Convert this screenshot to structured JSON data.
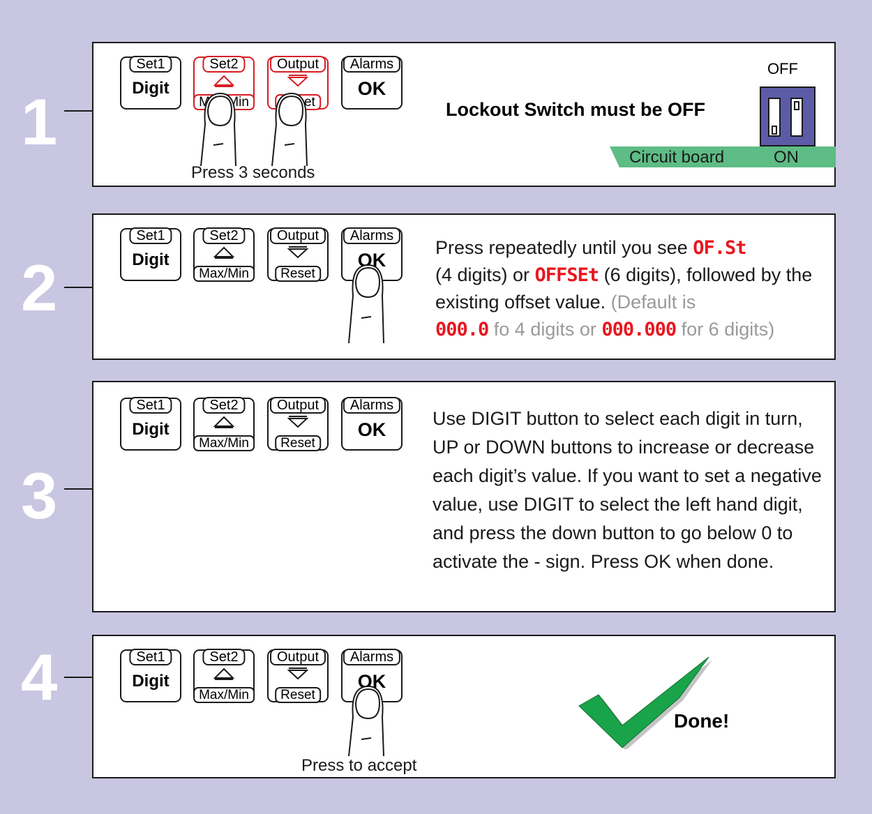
{
  "buttons": {
    "set1": {
      "tab": "Set1",
      "label": "Digit"
    },
    "set2": {
      "tab": "Set2",
      "sub": "Max/Min"
    },
    "output": {
      "tab": "Output",
      "sub": "Reset"
    },
    "alarms": {
      "tab": "Alarms",
      "label": "OK"
    }
  },
  "steps": [
    {
      "number": "1",
      "caption": "Press 3 seconds",
      "lockout_text": "Lockout Switch must be OFF",
      "switch_off_label": "OFF",
      "switch_on_label": "ON",
      "board_label": "Circuit board"
    },
    {
      "number": "2",
      "text_a": "Press repeatedly until you see ",
      "seg_a": "OF.St",
      "text_b": "(4 digits) or ",
      "seg_b": "OFFSEt",
      "text_c": " (6 digits), followed by the existing offset value. ",
      "default_a": "(Default is ",
      "seg_c": "000.0",
      "default_b": " fo 4 digits or ",
      "seg_d": "000.000",
      "default_c": " for 6 digits)"
    },
    {
      "number": "3",
      "text": "Use DIGIT button to select each digit in turn, UP or DOWN buttons to increase or decrease each digit’s value. If you want to set a negative value, use DIGIT to select the left hand digit, and press the down button to go below 0 to activate the - sign. Press OK when done."
    },
    {
      "number": "4",
      "caption": "Press to accept",
      "done_text": "Done!"
    }
  ],
  "colors": {
    "background": "#c8c6e1",
    "highlight": "#d61d24",
    "segment": "#e8171f",
    "switch": "#5b5ba8",
    "board": "#5ebc85",
    "check": "#19a44a"
  }
}
